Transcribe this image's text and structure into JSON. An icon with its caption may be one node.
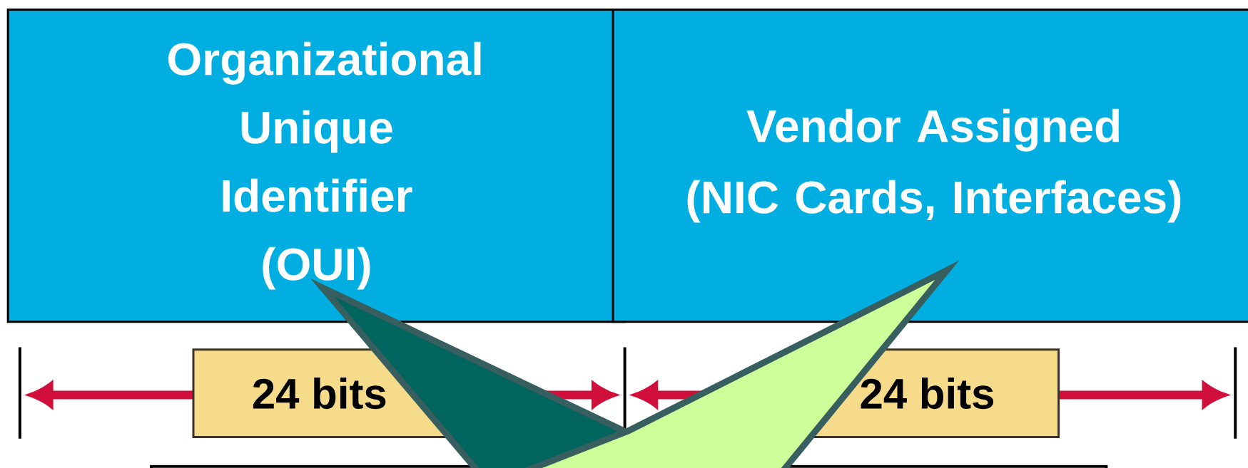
{
  "diagram": {
    "nodes": [
      {
        "text": [
          "Organizational Unique Identifier (OUI)"
        ]
      },
      {
        "text": [
          "Vendor Assigned",
          "(NIC Cards, Interfaces)"
        ]
      },
      {
        "text": [
          "24 bits"
        ]
      },
      {
        "text": [
          "24 bits"
        ]
      }
    ]
  }
}
